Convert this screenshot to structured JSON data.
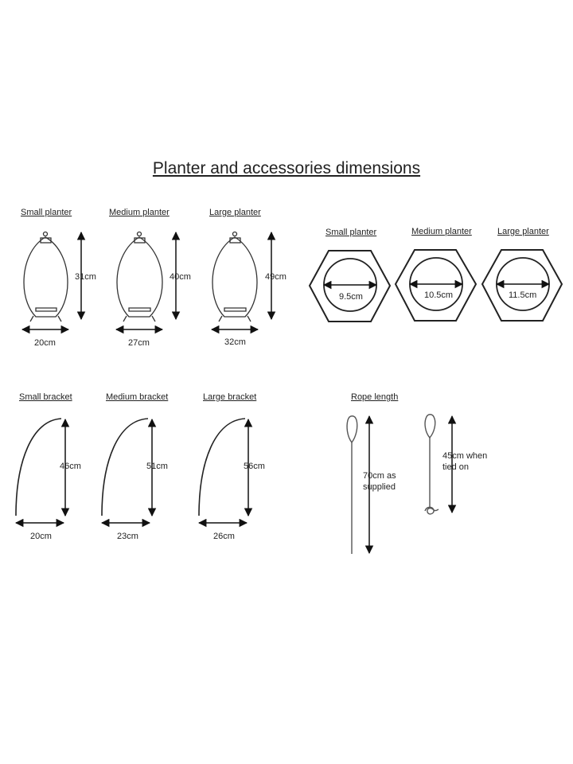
{
  "title": "Planter and accessories dimensions",
  "planters": {
    "small": {
      "label": "Small planter",
      "height": "31cm",
      "width": "20cm"
    },
    "medium": {
      "label": "Medium planter",
      "height": "40cm",
      "width": "27cm"
    },
    "large": {
      "label": "Large planter",
      "height": "49cm",
      "width": "32cm"
    }
  },
  "holes": {
    "small": {
      "label": "Small planter",
      "diameter": "9.5cm"
    },
    "medium": {
      "label": "Medium planter",
      "diameter": "10.5cm"
    },
    "large": {
      "label": "Large planter",
      "diameter": "11.5cm"
    }
  },
  "brackets": {
    "small": {
      "label": "Small bracket",
      "height": "46cm",
      "width": "20cm"
    },
    "medium": {
      "label": "Medium bracket",
      "height": "51cm",
      "width": "23cm"
    },
    "large": {
      "label": "Large bracket",
      "height": "56cm",
      "width": "26cm"
    }
  },
  "rope": {
    "label": "Rope length",
    "supplied_line1": "70cm as",
    "supplied_line2": "supplied",
    "tied_line1": "45cm when",
    "tied_line2": "tied on"
  }
}
